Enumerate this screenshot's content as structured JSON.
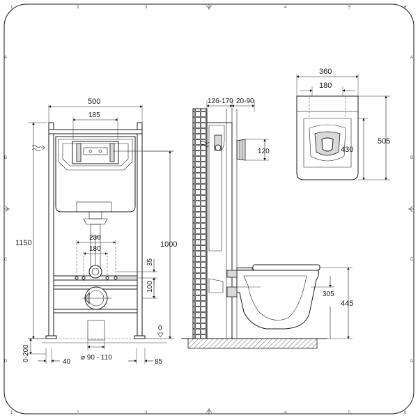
{
  "front_view": {
    "width_total": "500",
    "flush_plate_width": "185",
    "height_total": "1150",
    "height_to_bolts": "1000",
    "bolt_spacing_outer": "230",
    "bolt_spacing_inner": "180",
    "bolt_to_outlet": "35",
    "outlet_height": "100",
    "floor_zero": "0",
    "leg_adjust": "0-200",
    "leg_offset_left": "40",
    "leg_offset_right": "85",
    "drain_diameter": "⌀ 90 - 110"
  },
  "side_view": {
    "wall_depth": "126-170",
    "frame_depth": "20-90",
    "inlet_height": "120",
    "pan_bolt_height": "305",
    "pan_height": "445"
  },
  "top_view": {
    "pan_width": "360",
    "seat_width": "180",
    "pan_depth": "505",
    "bowl_depth": "430"
  },
  "border_labels": {
    "left": [
      "A",
      "B",
      "C",
      "D"
    ],
    "right": [
      "A",
      "B",
      "C",
      "D"
    ],
    "top": [
      "1",
      "2",
      "3",
      "4",
      "5",
      "6"
    ],
    "bottom": [
      "1",
      "2",
      "3",
      "4",
      "5",
      "6"
    ]
  }
}
